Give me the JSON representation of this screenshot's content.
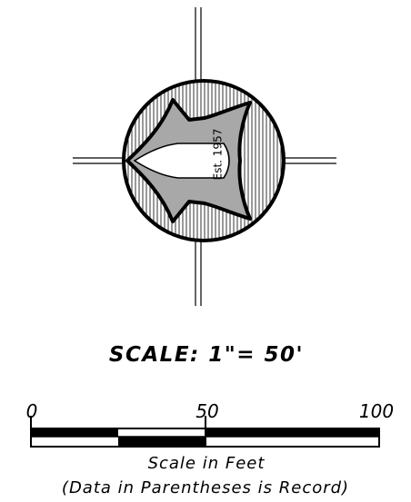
{
  "north_arrow": {
    "established_text": "Est. 1957"
  },
  "scale": {
    "label": "SCALE: 1\"= 50'",
    "ticks": [
      "0",
      "50",
      "100"
    ],
    "units_label": "Scale in Feet",
    "note": "(Data in Parentheses is Record)"
  },
  "colors": {
    "ink": "#000000",
    "arrow_fill": "#a8a8a8",
    "paper": "#ffffff"
  }
}
